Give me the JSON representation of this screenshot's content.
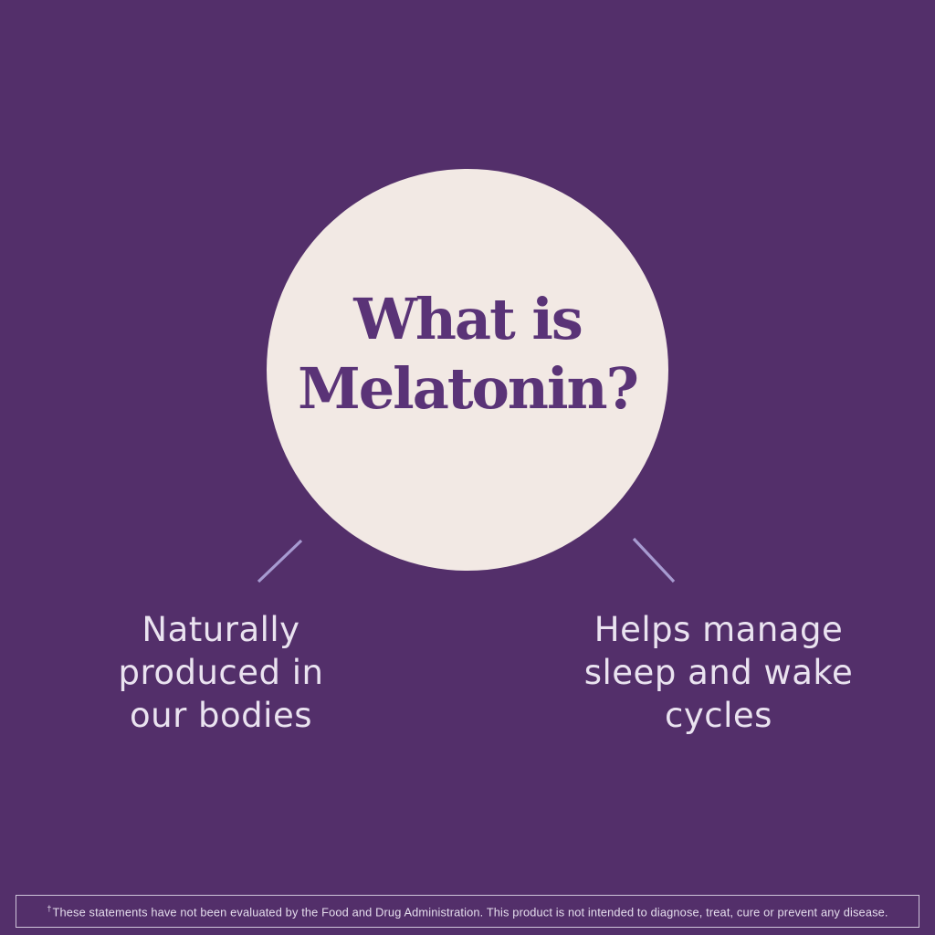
{
  "page": {
    "background_color": "#532F6A",
    "text_color": "#EAE3F0"
  },
  "circle": {
    "title_line1": "What is",
    "title_line2": "Melatonin?",
    "fill_color": "#F2E9E4",
    "title_color": "#5A3377"
  },
  "connectors": {
    "color": "#A79BD1"
  },
  "callouts": {
    "left": {
      "lines": [
        "Naturally",
        "produced in",
        "our bodies"
      ]
    },
    "right": {
      "lines": [
        "Helps manage",
        "sleep and wake",
        "cycles"
      ]
    }
  },
  "disclaimer": {
    "dagger": "†",
    "text": "These statements have not been evaluated by the Food and Drug Administration. This product is not intended to diagnose, treat, cure or prevent any disease.",
    "border_color": "#CFC5DA"
  }
}
